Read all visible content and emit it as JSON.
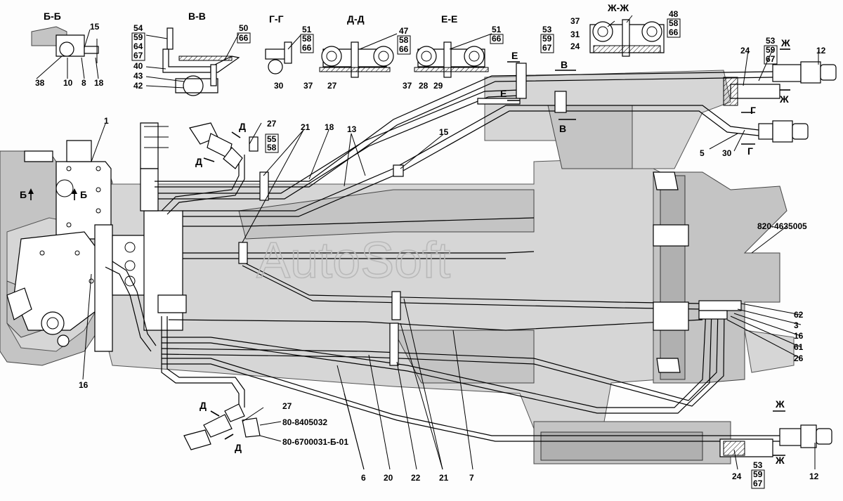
{
  "watermark": "AutoSoft",
  "sections": {
    "bb": "Б-Б",
    "vv": "В-В",
    "gg": "Г-Г",
    "dd": "Д-Д",
    "ee": "Е-Е",
    "zhzh": "Ж-Ж"
  },
  "section_marks": {
    "b_left": "Б",
    "b_right": "Б",
    "v_top": "В",
    "v_bottom": "В",
    "g_top": "Г",
    "g_bottom": "Г",
    "d_top1": "Д",
    "d_left1": "Д",
    "d_top2": "Д",
    "d_bottom2": "Д",
    "e_top": "Е",
    "e_bottom": "Е",
    "zh_top1": "Ж",
    "zh_bottom1": "Ж",
    "zh_top2": "Ж",
    "zh_bottom2": "Ж"
  },
  "labels": {
    "bb_15": "15",
    "bb_38": "38",
    "bb_10": "10",
    "bb_8": "8",
    "bb_18": "18",
    "vv_54": "54",
    "vv_59": "59",
    "vv_64": "64",
    "vv_67": "67",
    "vv_50": "50",
    "vv_66": "66",
    "vv_40": "40",
    "vv_43": "43",
    "vv_42": "42",
    "gg_51": "51",
    "gg_58": "58",
    "gg_66": "66",
    "gg_30": "30",
    "dd_47": "47",
    "dd_58": "58",
    "dd_66": "66",
    "dd_37": "37",
    "dd_27": "27",
    "ee_51": "51",
    "ee_66": "66",
    "ee_37": "37",
    "ee_28": "28",
    "ee_29": "29",
    "zh_37": "37",
    "zh_31": "31",
    "zh_24": "24",
    "zh_48": "48",
    "zh_58": "58",
    "zh_66": "66",
    "tr_53": "53",
    "tr_59": "59",
    "tr_67": "67",
    "tr2_53": "53",
    "tr2_59": "59",
    "tr2_67": "67",
    "tr_24": "24",
    "tr_12": "12",
    "tr_5": "5",
    "tr_30": "30",
    "m_1": "1",
    "m_27": "27",
    "m_55": "55",
    "m_58": "58",
    "m_21": "21",
    "m_18": "18",
    "m_13": "13",
    "m_15": "15",
    "m_part": "820-4635005",
    "r_62": "62",
    "r_3": "3",
    "r_16": "16",
    "r_61": "61",
    "r_26": "26",
    "l_16": "16",
    "b_27": "27",
    "b_code1": "80-8405032",
    "b_code2": "80-6700031-Б-01",
    "b_6": "6",
    "b_20": "20",
    "b_22": "22",
    "b_21": "21",
    "b_7": "7",
    "br_24": "24",
    "br_53": "53",
    "br_59": "59",
    "br_67": "67",
    "br_12": "12"
  }
}
